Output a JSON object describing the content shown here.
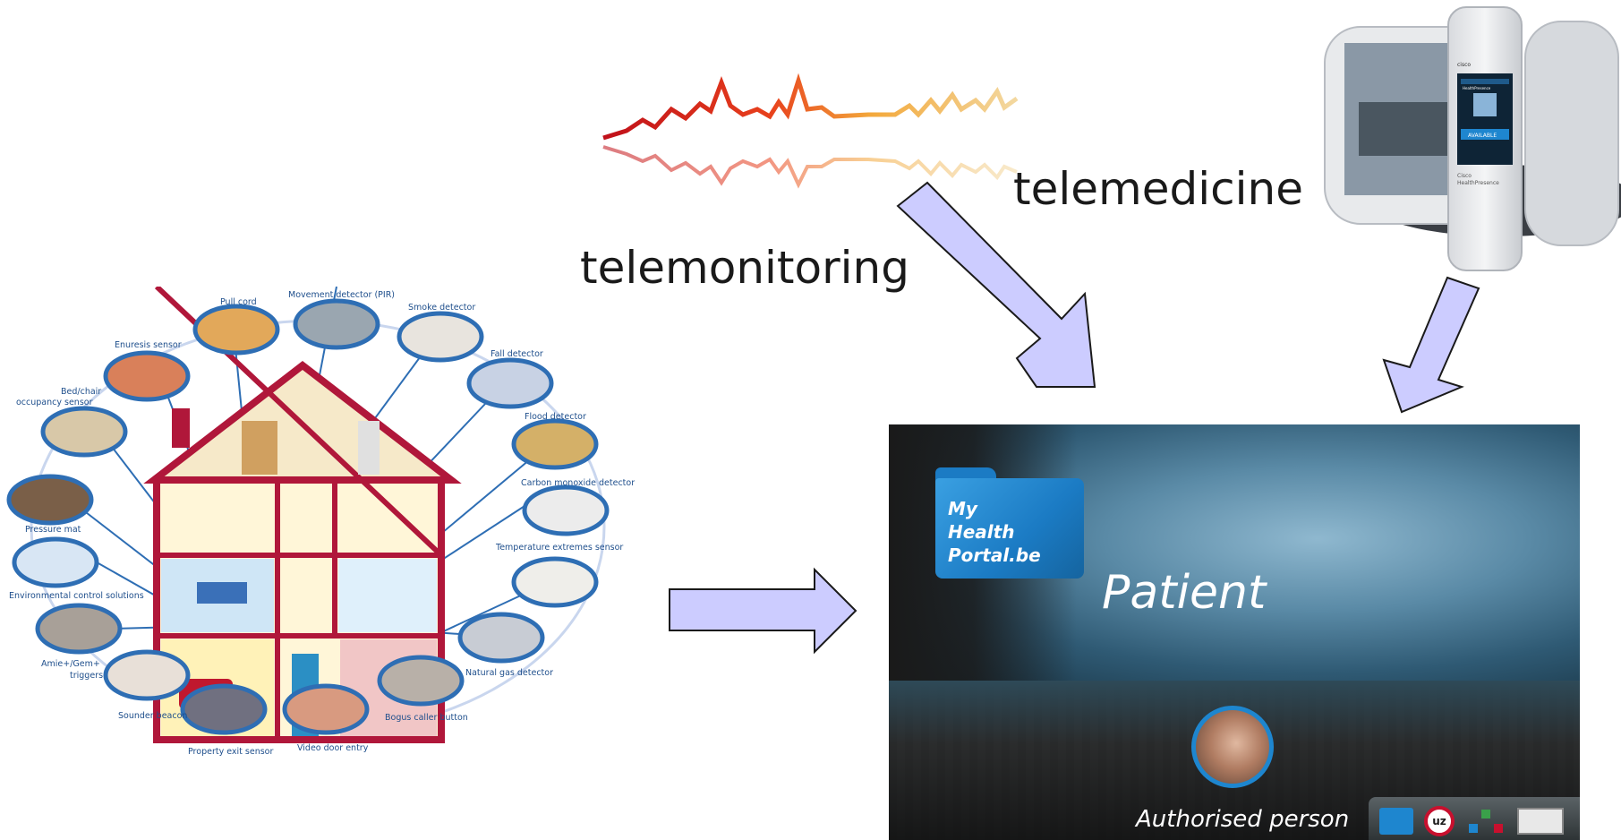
{
  "labels": {
    "telemonitoring": "telemonitoring",
    "telemedicine": "telemedicine"
  },
  "smart_home": {
    "sensors": [
      "Pull cord",
      "Movement detector (PIR)",
      "Smoke detector",
      "Enuresis sensor",
      "Fall detector",
      "Bed/chair",
      "occupancy sensor",
      "Flood detector",
      "Carbon monoxide detector",
      "Pressure mat",
      "Temperature extremes sensor",
      "Environmental control solutions",
      "Amie+/Gem+",
      "triggers",
      "Natural gas detector",
      "Sounder beacon",
      "Bogus caller button",
      "Property exit sensor",
      "Video door entry"
    ]
  },
  "booth": {
    "brand": "cisco",
    "screen_title": "HealthPresence",
    "status": "AVAILABLE",
    "side_brand_line1": "Cisco",
    "side_brand_line2": "HealthPresence"
  },
  "portal": {
    "folder_line1": "My",
    "folder_line2": "Health",
    "folder_line3": "Portal.be",
    "title": "Patient",
    "authorised_label": "Authorised person",
    "taskbar_icons": [
      "folder-icon",
      "uz-logo-icon",
      "network-icon",
      "window-icon"
    ],
    "uz_text": "uz"
  },
  "colors": {
    "arrow_fill": "#ccccff",
    "house_frame": "#b0173a",
    "portal_blue": "#3a6d8a"
  }
}
